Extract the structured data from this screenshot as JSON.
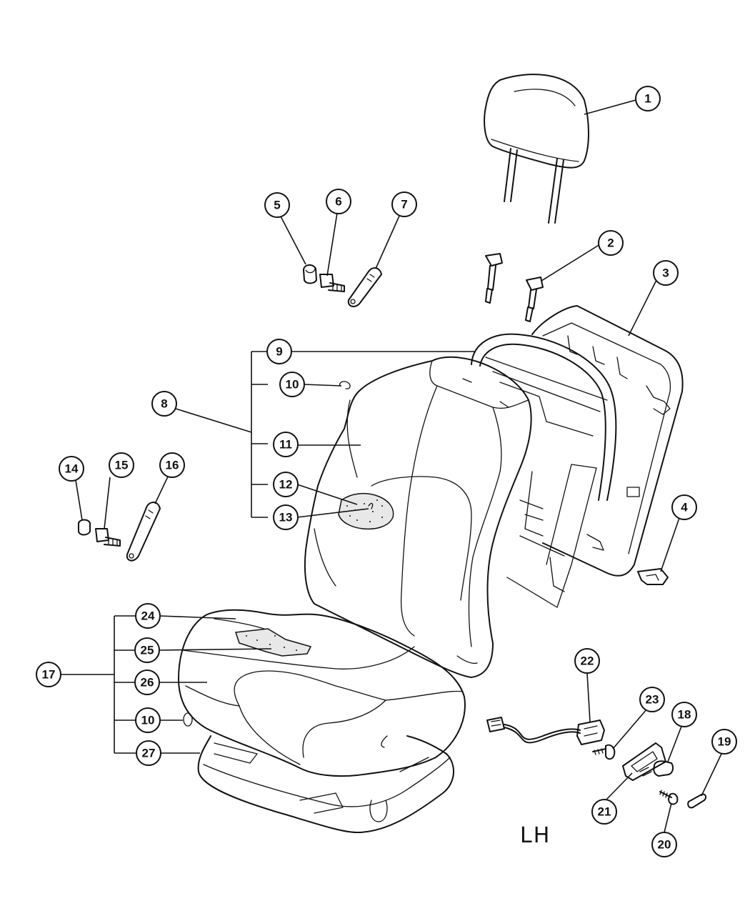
{
  "diagram": {
    "side_label": "LH",
    "callouts": {
      "c1": "1",
      "c2": "2",
      "c3": "3",
      "c4": "4",
      "c5": "5",
      "c6": "6",
      "c7": "7",
      "c8": "8",
      "c9": "9",
      "c10a": "10",
      "c11": "11",
      "c12": "12",
      "c13": "13",
      "c14": "14",
      "c15": "15",
      "c16": "16",
      "c17": "17",
      "c18": "18",
      "c19": "19",
      "c20": "20",
      "c21": "21",
      "c22": "22",
      "c23": "23",
      "c24": "24",
      "c25": "25",
      "c26": "26",
      "c10b": "10",
      "c27": "27"
    },
    "parts": [
      "headrest",
      "headrest-guide",
      "seat-back-panel",
      "clip",
      "nut",
      "bolt",
      "handle",
      "seat-back-assembly",
      "seat-back-frame",
      "hog-ring",
      "seat-back-cover",
      "lumbar-pad",
      "seat-cushion-assembly",
      "seat-cushion-cover",
      "seat-cushion-pad",
      "seat-pan",
      "wire-harness",
      "switch-bezel",
      "screw",
      "knob"
    ]
  }
}
